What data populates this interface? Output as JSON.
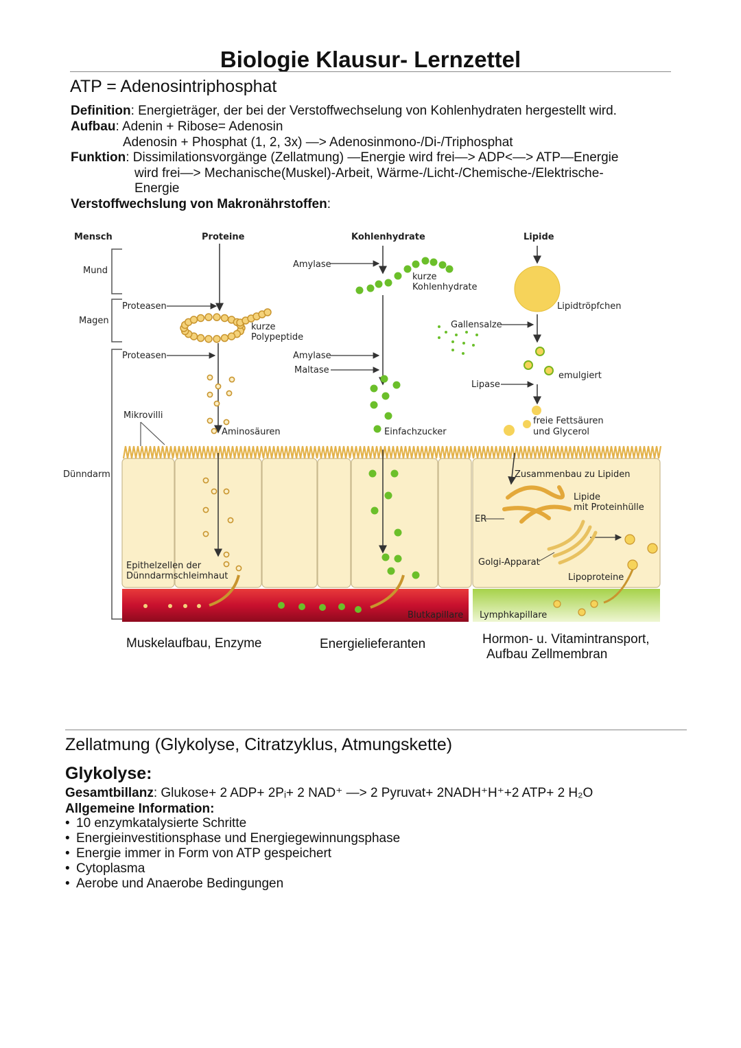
{
  "page": {
    "title": "Biologie Klausur- Lernzettel",
    "atp_heading": "ATP = Adenosintriphosphat",
    "definition_label": "Definition",
    "definition_text": ": Energieträger, der bei der Verstoffwechselung von Kohlenhydraten hergestellt wird.",
    "aufbau_label": "Aufbau",
    "aufbau_line1": ": Adenin + Ribose= Adenosin",
    "aufbau_line2": "Adenosin + Phosphat (1, 2, 3x) —> Adenosinmono-/Di-/Triphosphat",
    "funktion_label": "Funktion",
    "funktion_line1": ": Dissimilationsvorgänge (Zellatmung) —Energie wird frei—> ADP<—> ATP—Energie",
    "funktion_line2": "wird frei—> Mechanische(Muskel)-Arbeit, Wärme-/Licht-/Chemische-/Elektrische-",
    "funktion_line3": "Energie",
    "verstoffwechslung": "Verstoffwechslung von Makronährstoffen",
    "verstoffwechslung_colon": ":"
  },
  "diagram": {
    "col_mensch": "Mensch",
    "col_proteine": "Proteine",
    "col_kohlenhydrate": "Kohlenhydrate",
    "col_lipide": "Lipide",
    "row_mund": "Mund",
    "row_magen": "Magen",
    "row_duenndarm": "Dünndarm",
    "amylase1": "Amylase",
    "kurze_kh_1": "kurze",
    "kurze_kh_2": "Kohlenhydrate",
    "proteasen1": "Proteasen",
    "kurze_pp_1": "kurze",
    "kurze_pp_2": "Polypeptide",
    "lipidtroepfchen": "Lipidtröpfchen",
    "gallensalze": "Gallensalze",
    "proteasen2": "Proteasen",
    "amylase2": "Amylase",
    "maltase": "Maltase",
    "emulgiert": "emulgiert",
    "lipase": "Lipase",
    "mikrovilli": "Mikrovilli",
    "aminosaeuren": "Aminosäuren",
    "einfachzucker": "Einfachzucker",
    "fettsaeuren_1": "freie Fettsäuren",
    "fettsaeuren_2": "und Glycerol",
    "zusammenbau": "Zusammenbau zu Lipiden",
    "lipide_hülle_1": "Lipide",
    "lipide_hülle_2": "mit Proteinhülle",
    "er": "ER",
    "golgi": "Golgi-Apparat",
    "epithel_1": "Epithelzellen der",
    "epithel_2": "Dünndarmschleimhaut",
    "lipoproteine": "Lipoproteine",
    "blutkapillare": "Blutkapillare",
    "lymphkapillare": "Lymphkapillare",
    "colors": {
      "blood": "#c8102e",
      "lymph": "#7ab51d",
      "cell": "#fbefc8",
      "protein": "#e3b24a",
      "carb": "#6bbf2a",
      "lipid": "#f6d35a"
    }
  },
  "captions": {
    "proteine": "Muskelaufbau, Enzyme",
    "kohlenhydrate": "Energielieferanten",
    "lipide_1": "Hormon- u. Vitamintransport,",
    "lipide_2": "Aufbau Zellmembran"
  },
  "zellatmung": {
    "heading": "Zellatmung (Glykolyse, Citratzyklus, Atmungskette)",
    "glykolyse": "Glykolyse:",
    "bilanz_label": "Gesamtbillanz",
    "bilanz_text": ": Glukose+ 2 ADP+ 2Pᵢ+ 2 NAD⁺ —> 2 Pyruvat+ 2NADH⁺H⁺+2 ATP+ 2 H₂O",
    "allgemein": "Allgemeine Information:",
    "items": [
      "10 enzymkatalysierte Schritte",
      "Energieinvestitionsphase und Energiegewinnungsphase",
      "Energie immer in Form von ATP gespeichert",
      "Cytoplasma",
      "Aerobe und Anaerobe Bedingungen"
    ]
  }
}
